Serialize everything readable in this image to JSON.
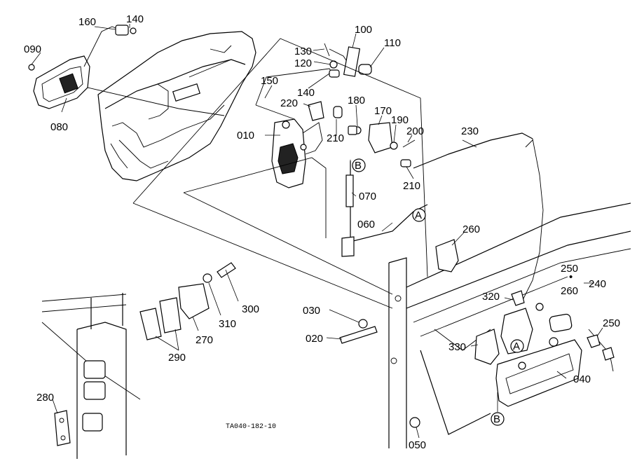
{
  "figure_code": "TA040-182-10",
  "callouts": {
    "c160": "160",
    "c140a": "140",
    "c090": "090",
    "c080": "080",
    "c100": "100",
    "c130": "130",
    "c120": "120",
    "c110": "110",
    "c150": "150",
    "c140b": "140",
    "c220": "220",
    "c180": "180",
    "c170": "170",
    "c190": "190",
    "c200": "200",
    "c010": "010",
    "c210a": "210",
    "c210b": "210",
    "c230": "230",
    "c070": "070",
    "c060": "060",
    "c260a": "260",
    "c250a": "250",
    "c240": "240",
    "c260b": "260",
    "c320": "320",
    "c250b": "250",
    "c330": "330",
    "c040": "040",
    "c030": "030",
    "c020": "020",
    "c050": "050",
    "c300": "300",
    "c310": "310",
    "c270": "270",
    "c290": "290",
    "c280": "280"
  },
  "markers": {
    "a1": "A",
    "a2": "A",
    "b1": "B",
    "b2": "B"
  },
  "dot_separator": "•"
}
